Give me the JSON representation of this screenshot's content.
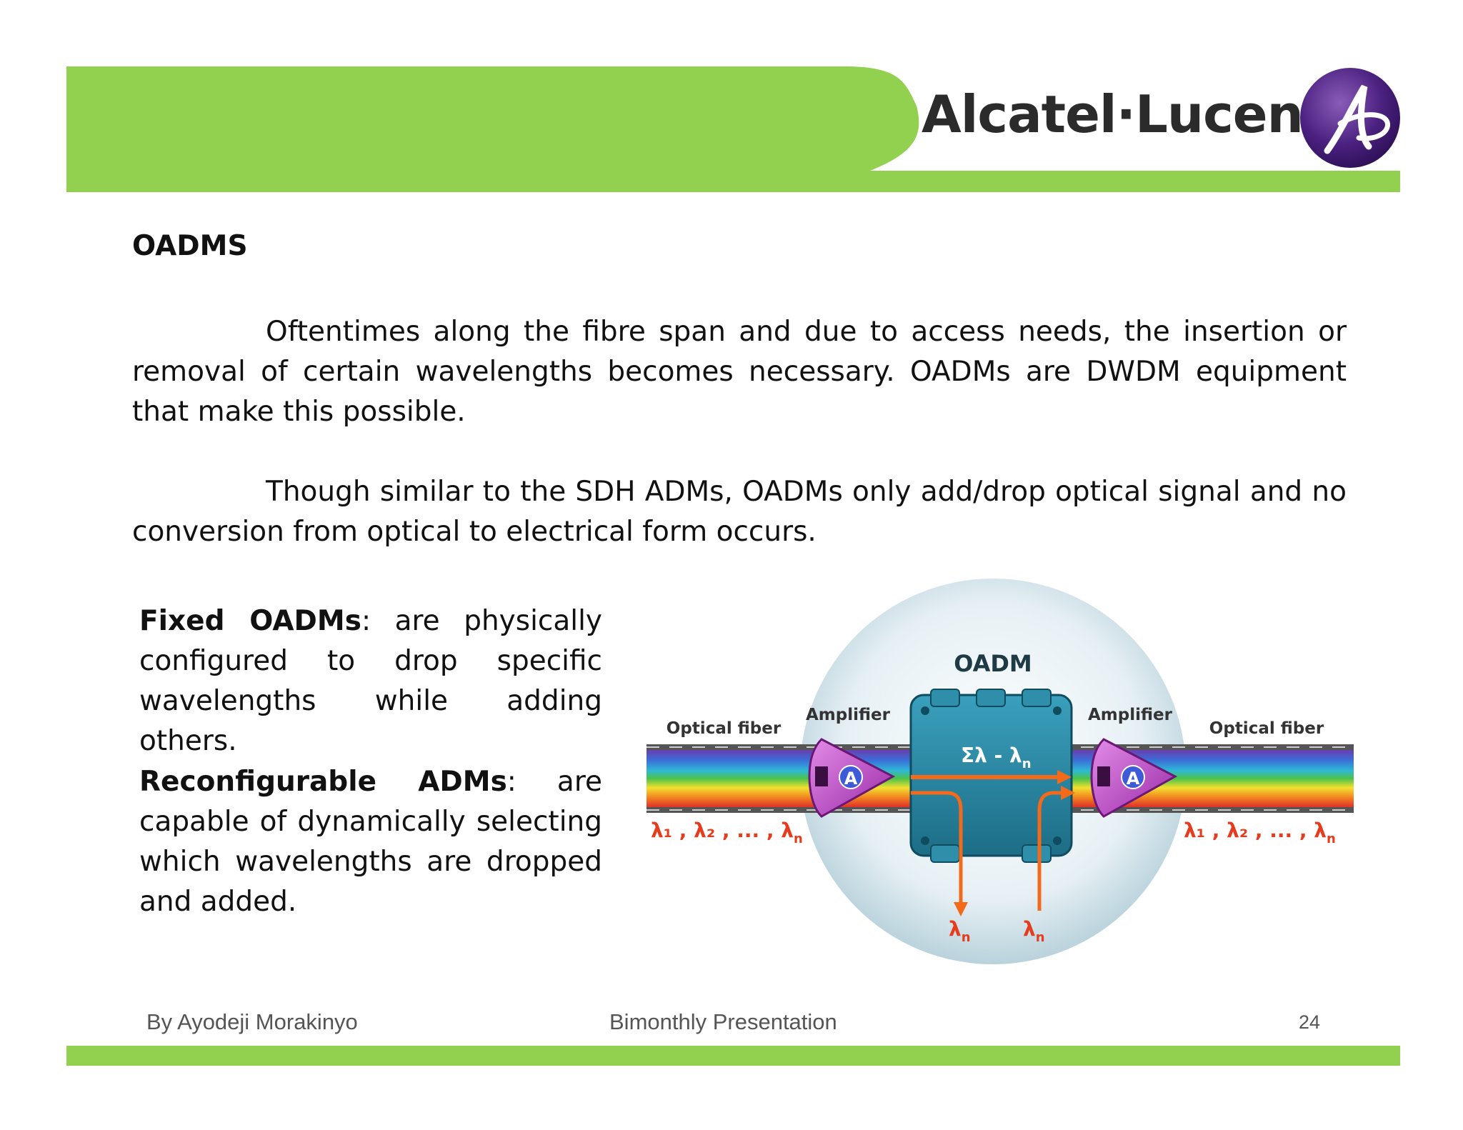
{
  "header": {
    "brand_name": "Alcatel·Lucent",
    "brand_color": "#92d050"
  },
  "slide": {
    "title": "OADMS",
    "paragraph1": "Oftentimes along the fibre span and due to access needs, the insertion or removal of certain wavelengths becomes necessary. OADMs are DWDM equipment that make this possible.",
    "paragraph2": "Though similar to the SDH ADMs, OADMs only add/drop optical signal and no conversion from optical to electrical form occurs.",
    "fixed_term": "Fixed OADMs",
    "fixed_desc": ": are physically configured to drop specific wavelengths while adding others.",
    "reconf_term": "Reconfigurable ADMs",
    "reconf_desc": ": are capable of dynamically selecting which wavelengths are dropped and added."
  },
  "diagram": {
    "oadm_label": "OADM",
    "amplifier_left": "Amplifier",
    "amplifier_right": "Amplifier",
    "fiber_left": "Optical fiber",
    "fiber_right": "Optical fiber",
    "sum_label": "Σλ - λ",
    "sum_sub": "n",
    "amp_symbol": "A",
    "lambda_list": "λ₁ , λ₂ , ... , λ",
    "lambda_list_sub": "n",
    "drop_label": "λ",
    "drop_sub": "n",
    "add_label": "λ",
    "add_sub": "n"
  },
  "footer": {
    "author": "By Ayodeji Morakinyo",
    "center": "Bimonthly Presentation",
    "page_number": "24"
  }
}
